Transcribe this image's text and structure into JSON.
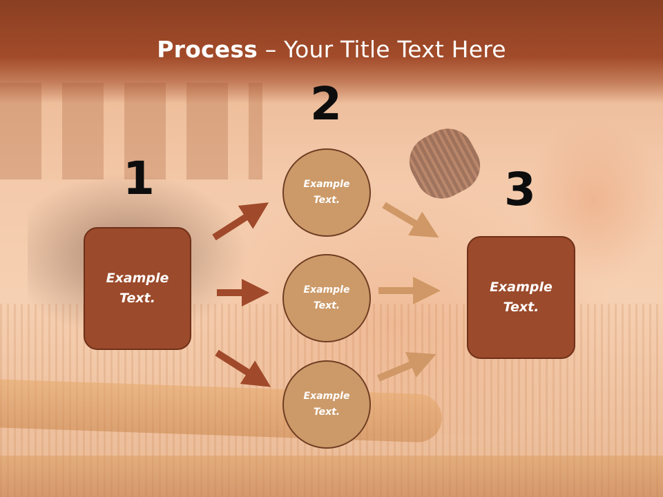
{
  "title": {
    "bold": "Process",
    "rest": " – Your Title Text Here"
  },
  "steps": {
    "one": "1",
    "two": "2",
    "three": "3"
  },
  "left_box": {
    "label": "Example\nText."
  },
  "right_box": {
    "label": "Example\nText."
  },
  "circles": [
    {
      "label": "Example\nText."
    },
    {
      "label": "Example\nText."
    },
    {
      "label": "Example\nText."
    }
  ],
  "colors": {
    "header": "#9b4a2b",
    "box": "#9b4a2b",
    "circle": "#cc9a69",
    "arrow_dark": "#a04a2b",
    "arrow_light": "#d09866"
  }
}
